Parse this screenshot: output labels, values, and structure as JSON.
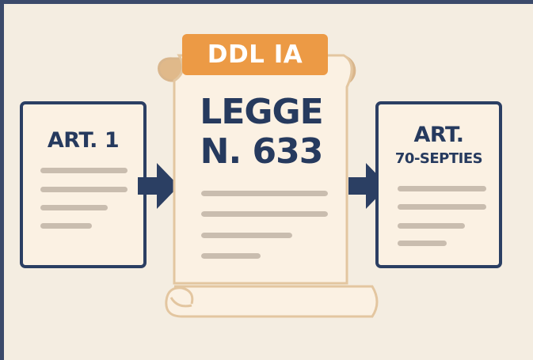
{
  "left_card": {
    "title": "ART. 1"
  },
  "center_scroll": {
    "badge": "DDL IA",
    "title_line1": "LEGGE",
    "title_line2": "N. 633"
  },
  "right_card": {
    "title_line1": "ART.",
    "title_line2": "70-SEPTIES"
  },
  "colors": {
    "background": "#f4ede1",
    "navy": "#2b3f63",
    "badge": "#ec9a45",
    "paper": "#fbf1e3",
    "scroll_edge": "#e8c79d",
    "text_lines": "#c9bdaf"
  },
  "icons": [
    "document-icon",
    "scroll-icon",
    "arrow-right-icon"
  ]
}
